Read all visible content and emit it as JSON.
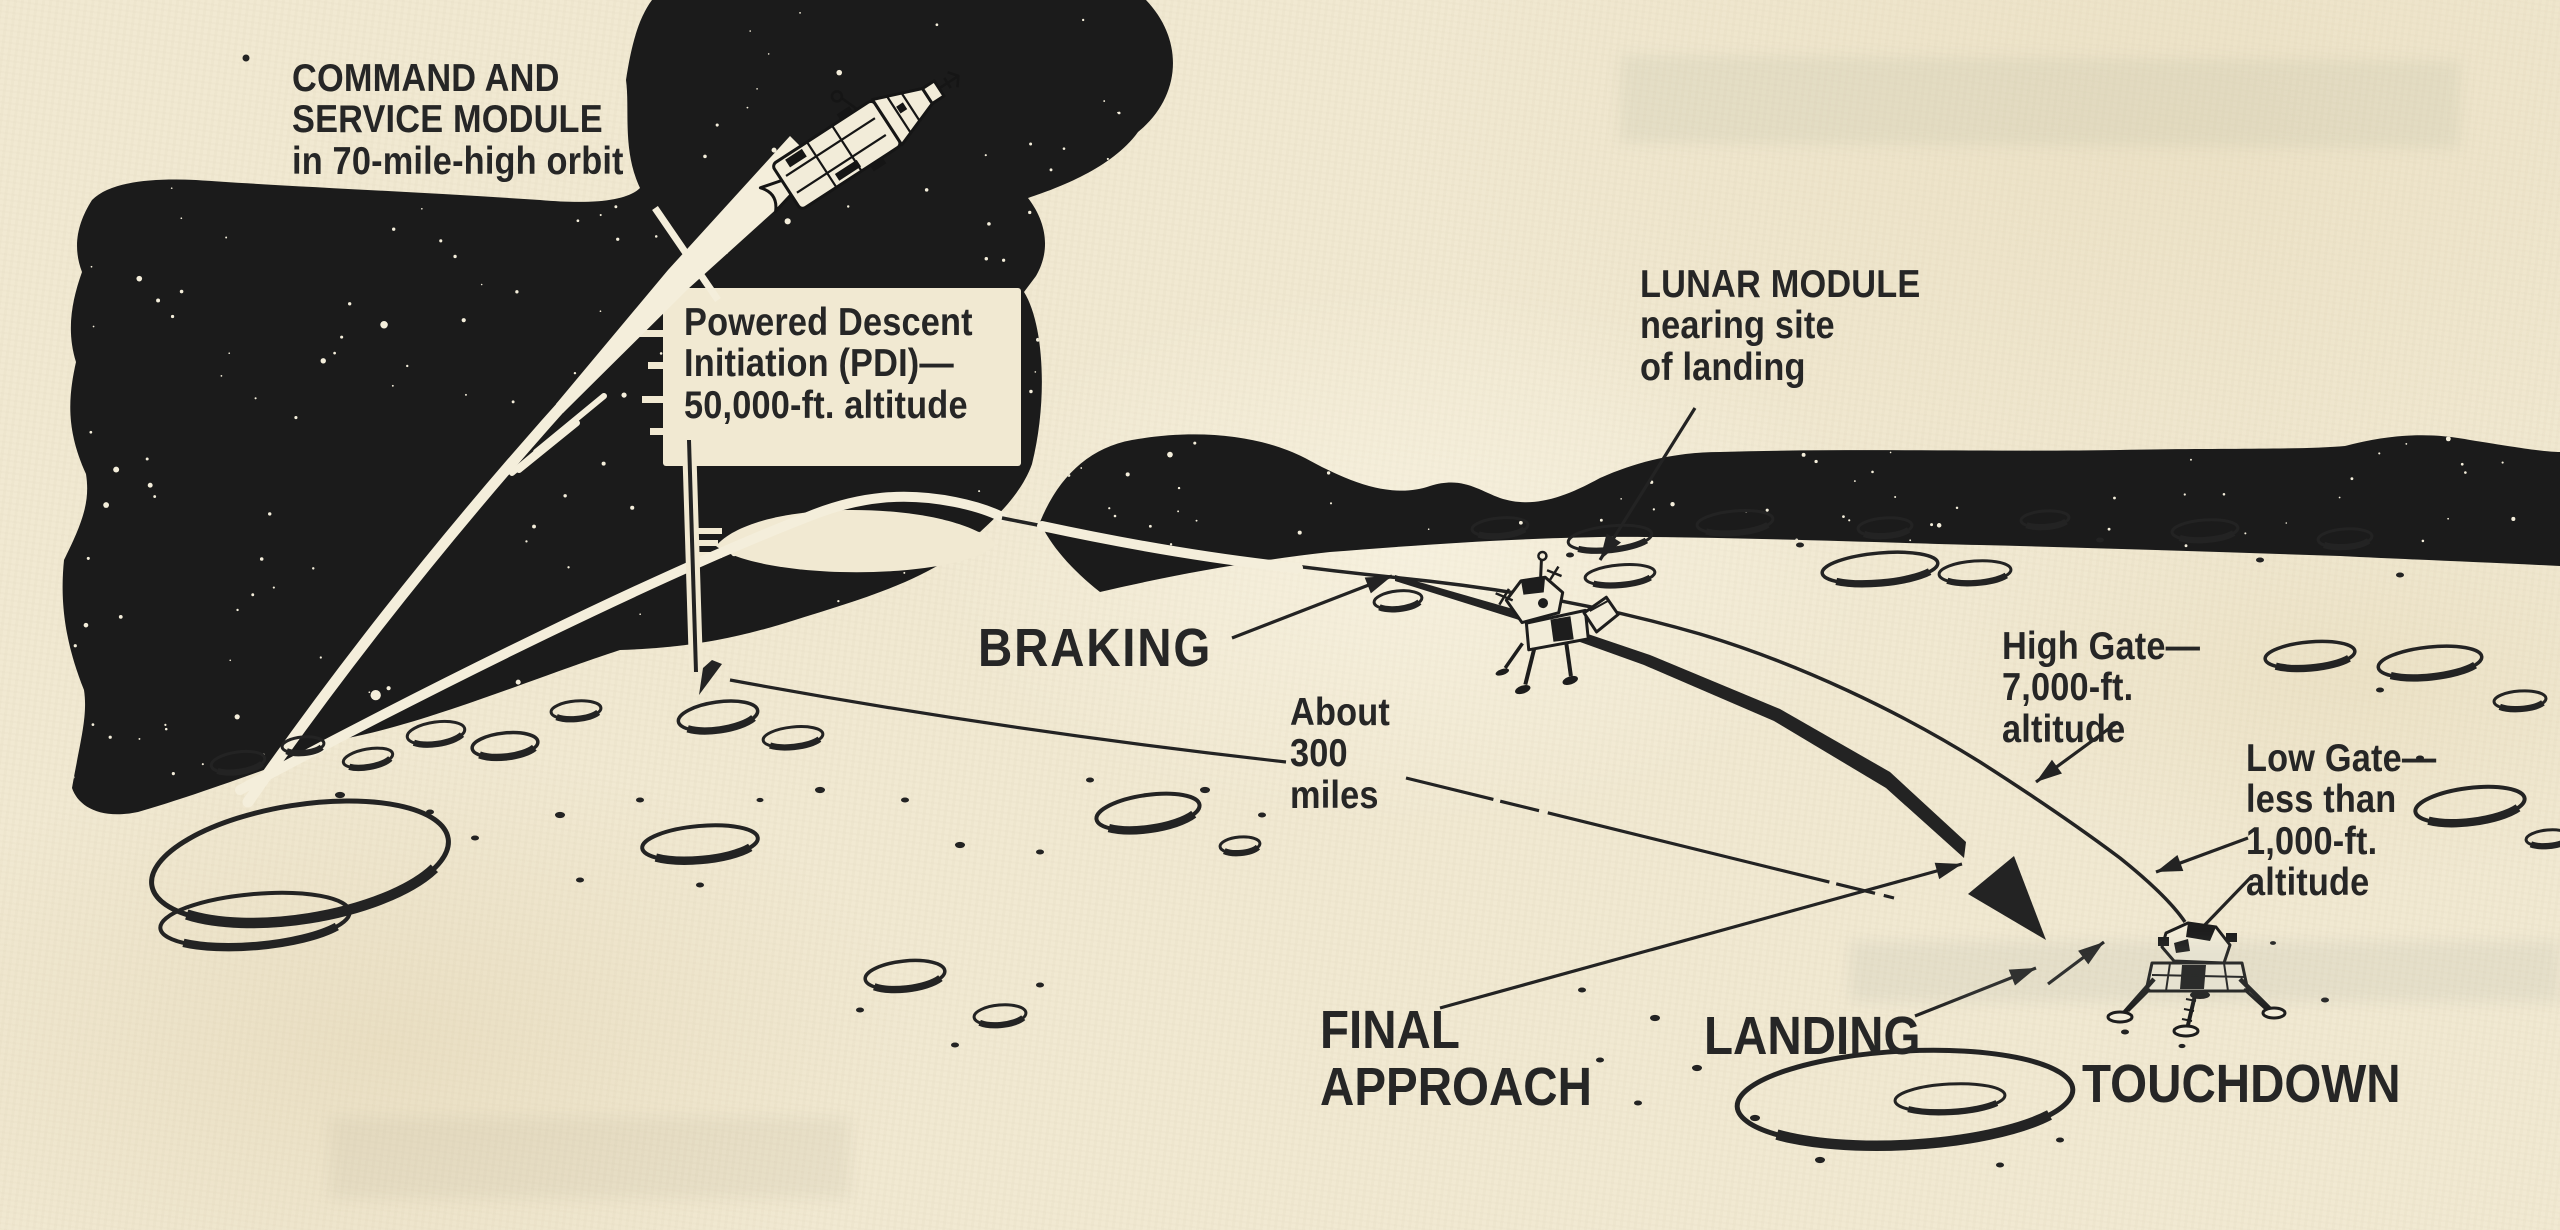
{
  "page": {
    "title": "Apollo lunar module descent profile illustration"
  },
  "palette": {
    "paper": "#f1e9d2",
    "ink": "#232323",
    "sky_black": "#1b1b1b",
    "artwork_white": "#f4eedb"
  },
  "labels": {
    "csm": {
      "text": "COMMAND AND\nSERVICE MODULE\nin 70-mile-high orbit"
    },
    "pdi": {
      "text": "Powered Descent\nInitiation (PDI)—\n50,000-ft. altitude"
    },
    "lunar_module": {
      "text": "LUNAR MODULE\nnearing site\nof landing"
    },
    "braking": {
      "text": "BRAKING"
    },
    "distance": {
      "text": "About\n300\nmiles"
    },
    "high_gate": {
      "text": "High Gate—\n7,000-ft.\naltitude"
    },
    "low_gate": {
      "text": "Low Gate—\nless than\n1,000-ft.\naltitude"
    },
    "final_approach": {
      "text": "FINAL\nAPPROACH"
    },
    "landing": {
      "text": "LANDING"
    },
    "touchdown": {
      "text": "TOUCHDOWN"
    }
  }
}
